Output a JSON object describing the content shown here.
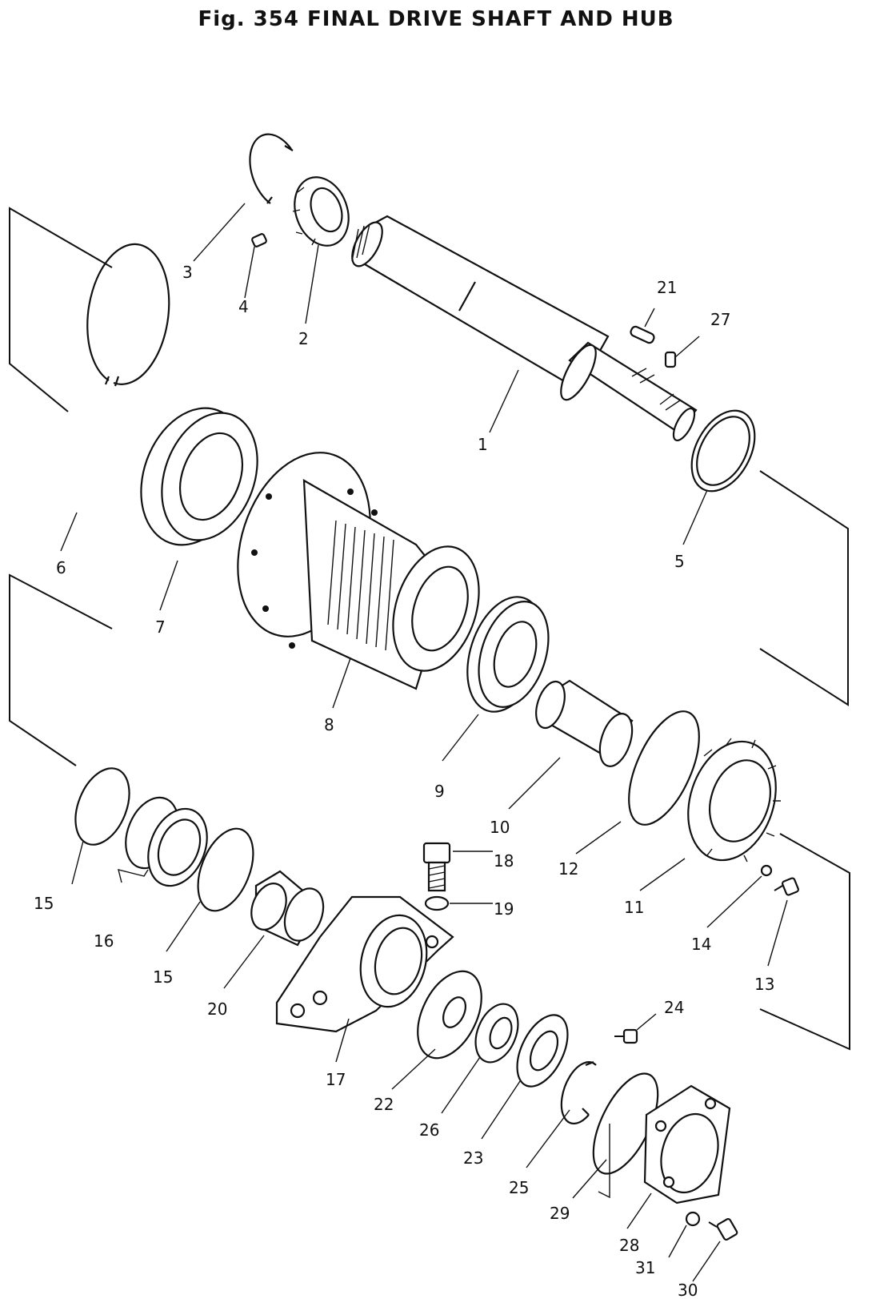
{
  "figure": {
    "title": "Fig. 354   FINAL DRIVE SHAFT AND HUB"
  },
  "callouts": [
    {
      "id": "1",
      "label": "1"
    },
    {
      "id": "2",
      "label": "2"
    },
    {
      "id": "3",
      "label": "3"
    },
    {
      "id": "4",
      "label": "4"
    },
    {
      "id": "5",
      "label": "5"
    },
    {
      "id": "6",
      "label": "6"
    },
    {
      "id": "7",
      "label": "7"
    },
    {
      "id": "8",
      "label": "8"
    },
    {
      "id": "9",
      "label": "9"
    },
    {
      "id": "10",
      "label": "10"
    },
    {
      "id": "11",
      "label": "11"
    },
    {
      "id": "12",
      "label": "12"
    },
    {
      "id": "13",
      "label": "13"
    },
    {
      "id": "14",
      "label": "14"
    },
    {
      "id": "15a",
      "label": "15"
    },
    {
      "id": "15b",
      "label": "15"
    },
    {
      "id": "16",
      "label": "16"
    },
    {
      "id": "17",
      "label": "17"
    },
    {
      "id": "18",
      "label": "18"
    },
    {
      "id": "19",
      "label": "19"
    },
    {
      "id": "20",
      "label": "20"
    },
    {
      "id": "21",
      "label": "21"
    },
    {
      "id": "22",
      "label": "22"
    },
    {
      "id": "23",
      "label": "23"
    },
    {
      "id": "24",
      "label": "24"
    },
    {
      "id": "25",
      "label": "25"
    },
    {
      "id": "26",
      "label": "26"
    },
    {
      "id": "27",
      "label": "27"
    },
    {
      "id": "28",
      "label": "28"
    },
    {
      "id": "29",
      "label": "29"
    },
    {
      "id": "30",
      "label": "30"
    },
    {
      "id": "31",
      "label": "31"
    }
  ]
}
